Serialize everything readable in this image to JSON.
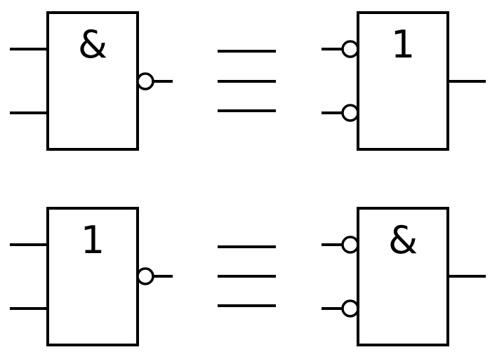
{
  "diagram": {
    "kind": "logic-gate-equivalence",
    "colors": {
      "stroke": "#000000",
      "background": "#ffffff"
    },
    "equivalence_symbol": "≡",
    "rows": [
      {
        "left_gate": {
          "label": "&",
          "type": "nand",
          "output_bubble": true,
          "input_bubbles": 0
        },
        "relation": "≡",
        "right_gate": {
          "label": "1",
          "type": "or-with-inverted-inputs",
          "output_bubble": false,
          "input_bubbles": 2
        }
      },
      {
        "left_gate": {
          "label": "1",
          "type": "nor",
          "output_bubble": true,
          "input_bubbles": 0
        },
        "relation": "≡",
        "right_gate": {
          "label": "&",
          "type": "and-with-inverted-inputs",
          "output_bubble": false,
          "input_bubbles": 2
        }
      }
    ]
  }
}
